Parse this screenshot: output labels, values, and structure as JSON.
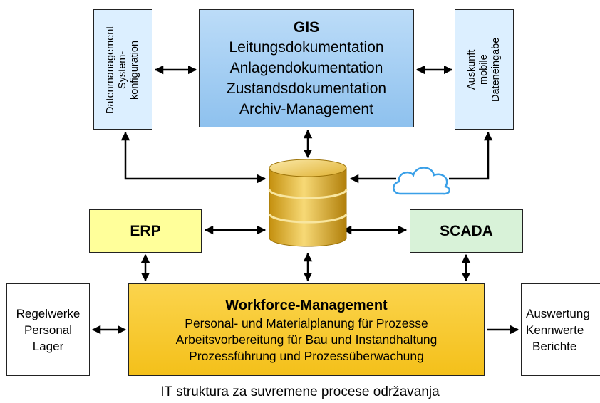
{
  "gis": {
    "title": "GIS",
    "lines": [
      "Leitungsdokumentation",
      "Anlagendokumentation",
      "Zustandsdokumentation",
      "Archiv-Management"
    ]
  },
  "left_panel": {
    "lines": [
      "Datenmanagement",
      "System-",
      "konfiguration"
    ]
  },
  "right_panel": {
    "lines": [
      "Auskunft",
      "mobile",
      "Dateneingabe"
    ]
  },
  "erp": {
    "label": "ERP"
  },
  "scada": {
    "label": "SCADA"
  },
  "workforce": {
    "title": "Workforce-Management",
    "lines": [
      "Personal- und Materialplanung für Prozesse",
      "Arbeitsvorbereitung  für Bau und Instandhaltung",
      "Prozessführung und Prozessüberwachung"
    ]
  },
  "left_box": {
    "lines": [
      "Regelwerke",
      "Personal",
      "Lager"
    ]
  },
  "right_box": {
    "lines": [
      "Auswertung",
      "Kennwerte",
      "Berichte"
    ]
  },
  "caption": "IT struktura za suvremene procese održavanja",
  "icons": {
    "database": "database-icon",
    "cloud": "cloud-icon"
  },
  "colors": {
    "gis": "#8ec1ee",
    "side_panels": "#dcefff",
    "erp": "#ffff9a",
    "scada": "#d8f2d8",
    "workforce": "#f4c01a",
    "database": "#d9a520",
    "cloud": "#3aa0e8"
  }
}
